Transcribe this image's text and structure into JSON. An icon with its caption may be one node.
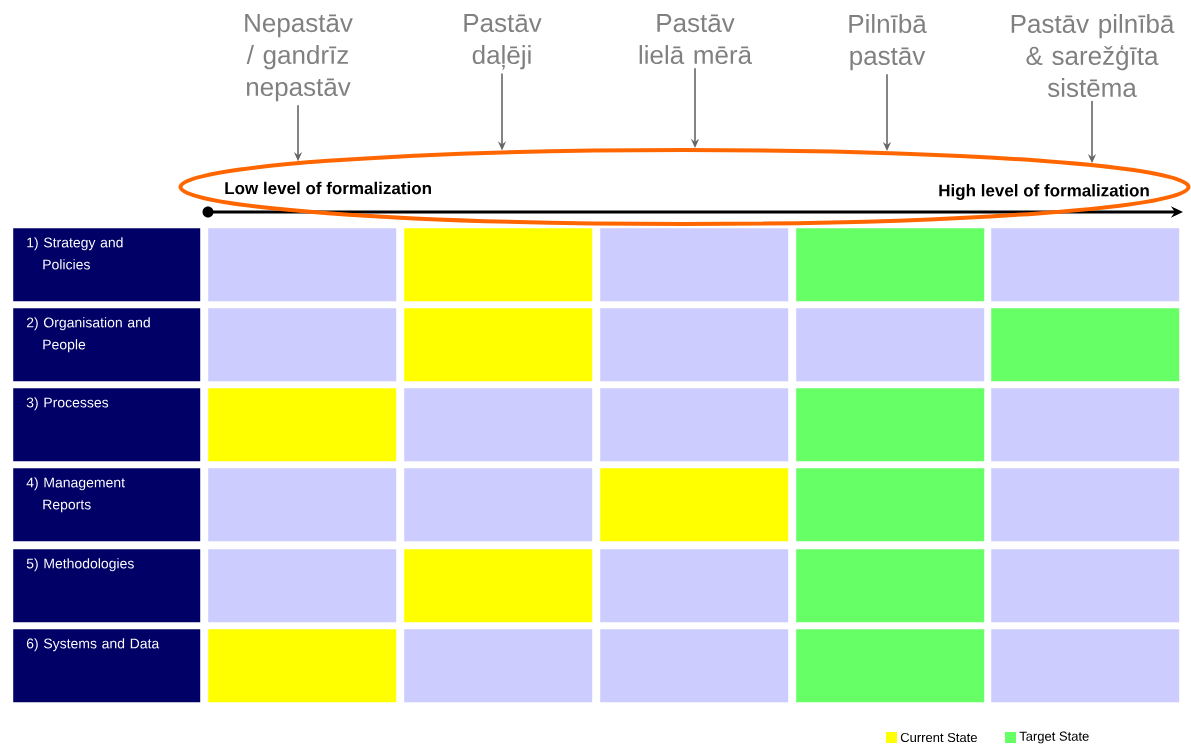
{
  "diagram": {
    "nodes": [
      {
        "text": [
          "Nepastāv / gandrīz nepastāv"
        ]
      },
      {
        "text": [
          "Pastāv daļēji"
        ]
      },
      {
        "text": [
          "Pastāv lielā mērā"
        ]
      },
      {
        "text": [
          "Pilnībā pastāv"
        ]
      },
      {
        "text": [
          "Pastāv pilnībā & sarežģīta sistēma"
        ]
      },
      {
        "text": [
          "Low level of formalization",
          "High level of formalization"
        ]
      },
      {
        "text": [
          "1) Strategy and Policies"
        ]
      },
      {
        "text": [],
        "shape": "box"
      },
      {
        "text": [],
        "shape": "box"
      },
      {
        "text": [],
        "shape": "box"
      },
      {
        "text": [],
        "shape": "box"
      },
      {
        "text": [],
        "shape": "box"
      },
      {
        "text": [
          "2) Organisation and People"
        ]
      },
      {
        "text": [],
        "shape": "box"
      },
      {
        "text": [],
        "shape": "box"
      },
      {
        "text": [],
        "shape": "box"
      },
      {
        "text": [],
        "shape": "box"
      },
      {
        "text": [],
        "shape": "box"
      },
      {
        "text": [
          "3) Processes"
        ]
      },
      {
        "text": [],
        "shape": "box"
      },
      {
        "text": [],
        "shape": "box"
      },
      {
        "text": [],
        "shape": "box"
      },
      {
        "text": [],
        "shape": "box"
      },
      {
        "text": [],
        "shape": "box"
      },
      {
        "text": [
          "4) Management Reports"
        ]
      },
      {
        "text": [],
        "shape": "box"
      },
      {
        "text": [],
        "shape": "box"
      },
      {
        "text": [],
        "shape": "box"
      },
      {
        "text": [],
        "shape": "box"
      },
      {
        "text": [],
        "shape": "box"
      },
      {
        "text": [
          "5) Methodologies"
        ]
      },
      {
        "text": [],
        "shape": "box"
      },
      {
        "text": [],
        "shape": "box"
      },
      {
        "text": [],
        "shape": "box"
      },
      {
        "text": [],
        "shape": "box"
      },
      {
        "text": [],
        "shape": "box"
      },
      {
        "text": [
          "6) Systems and Data"
        ]
      },
      {
        "text": [],
        "shape": "box"
      },
      {
        "text": [],
        "shape": "box"
      },
      {
        "text": [],
        "shape": "box"
      },
      {
        "text": [],
        "shape": "box"
      },
      {
        "text": [],
        "shape": "box"
      }
    ],
    "edges": [
      {
        "from": 0,
        "to": 5,
        "arrow": "to"
      },
      {
        "from": 1,
        "to": 5,
        "arrow": "to"
      },
      {
        "from": 2,
        "to": 5,
        "arrow": "to"
      },
      {
        "from": 3,
        "to": 5,
        "arrow": "to"
      },
      {
        "from": 4,
        "to": 5,
        "arrow": "to"
      }
    ],
    "legend": [
      {
        "text": "Current State",
        "color": "#ffff00"
      },
      {
        "text": "Target State",
        "color": "#66ff66"
      }
    ]
  }
}
